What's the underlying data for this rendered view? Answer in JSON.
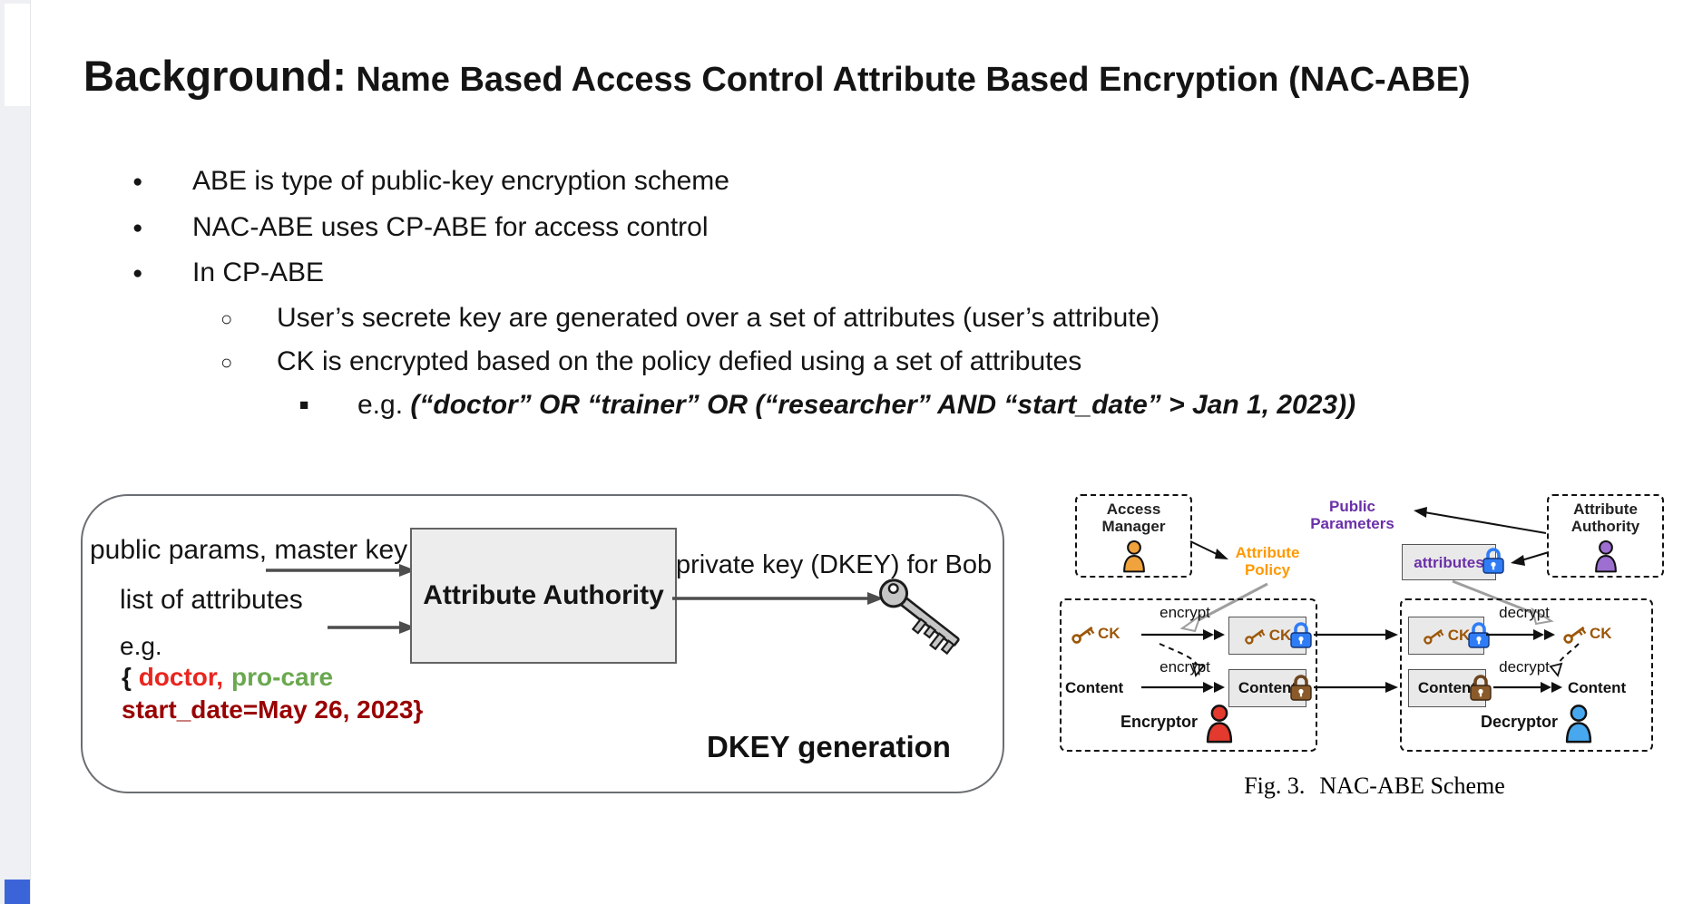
{
  "slide": {
    "title": {
      "lead": "Background:",
      "rest": " Name Based Access Control Attribute Based Encryption (NAC-ABE)"
    },
    "bullets": [
      {
        "text": "ABE is type of public-key encryption scheme"
      },
      {
        "text": "NAC-ABE uses CP-ABE for access control"
      },
      {
        "text": "In CP-ABE"
      },
      {
        "text": "User’s secrete key are generated over a set of attributes (user’s attribute)"
      },
      {
        "text": "CK is encrypted based on the policy defied using a set of attributes"
      },
      {
        "prefix": "e.g. ",
        "policy": "(“doctor” OR “trainer” OR (“researcher” AND “start_date” > Jan 1, 2023))"
      }
    ]
  },
  "dkey": {
    "input_top": "public params, master key",
    "input_bottom": "list of attributes",
    "example_intro": "e.g.",
    "example_open_brace": "{ ",
    "attr_red": "doctor,",
    "attr_green": "pro-care",
    "attr_line2": "start_date=May 26, 2023}",
    "authority_label": "Attribute Authority",
    "output_label": "private key (DKEY) for Bob",
    "caption": "DKEY generation"
  },
  "fig3": {
    "access_manager_1": "Access",
    "access_manager_2": "Manager",
    "attribute_policy_1": "Attribute",
    "attribute_policy_2": "Policy",
    "public_parameters_1": "Public",
    "public_parameters_2": "Parameters",
    "attributes_label": "attributes",
    "attribute_authority_1": "Attribute",
    "attribute_authority_2": "Authority",
    "ck_label": "CK",
    "content_label": "Content",
    "encrypt_label": "encrypt",
    "decrypt_label": "decrypt",
    "encryptor_label": "Encryptor",
    "decryptor_label": "Decryptor",
    "caption_fig": "Fig. 3.",
    "caption_title": "NAC-ABE Scheme"
  },
  "colors": {
    "attr_red": "#e8261f",
    "attr_green": "#6aa84f",
    "attr_dark_red": "#990000",
    "policy_orange": "#ff9900",
    "purple": "#6b30a8",
    "lock_blue": "#2f7df6",
    "lock_brown": "#8a5a2a",
    "key_brown": "#9c5708",
    "person_orange": "#f0a23c",
    "person_purple": "#9d6fd0",
    "person_red": "#e3392e",
    "person_blue": "#47a8f0"
  }
}
